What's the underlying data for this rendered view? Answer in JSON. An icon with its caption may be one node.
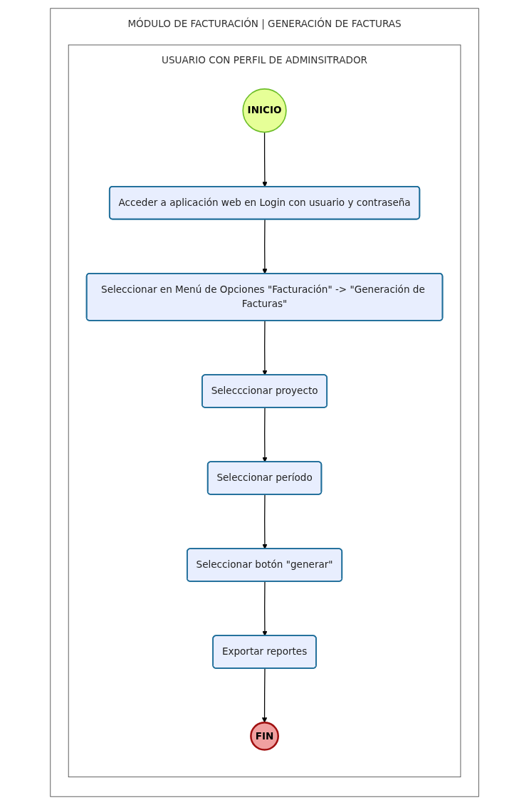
{
  "diagram": {
    "nodes": [
      {
        "text": [
          "MÓDULO DE FACTURACIÓN | GENERACIÓN DE FACTURAS"
        ]
      },
      {
        "text": [
          "USUARIO CON PERFIL DE ADMINSITRADOR"
        ],
        "in": 0
      },
      {
        "text": [
          "INICIO"
        ],
        "in": 1
      },
      {
        "text": [
          "Acceder a aplicación web en Login con usuario y contraseña"
        ],
        "in": 1
      },
      {
        "text": [
          "Seleccionar en Menú de Opciones \"Facturación\" -> \"Generación de Facturas\""
        ],
        "in": 1
      },
      {
        "text": [
          "Selecccionar proyecto"
        ],
        "in": 1
      },
      {
        "text": [
          "Seleccionar período"
        ],
        "in": 1
      },
      {
        "text": [
          "Seleccionar botón \"generar\""
        ],
        "in": 1
      },
      {
        "text": [
          "Exportar reportes"
        ],
        "in": 1
      },
      {
        "text": [
          "FIN"
        ],
        "in": 1
      }
    ],
    "edges": [
      {
        "from": 2,
        "to": 3,
        "arrow": "to"
      },
      {
        "from": 3,
        "to": 4,
        "arrow": "to"
      },
      {
        "from": 4,
        "to": 5,
        "arrow": "to"
      },
      {
        "from": 5,
        "to": 6,
        "arrow": "to"
      },
      {
        "from": 6,
        "to": 7,
        "arrow": "to"
      },
      {
        "from": 7,
        "to": 8,
        "arrow": "to"
      },
      {
        "from": 8,
        "to": 9,
        "arrow": "to"
      }
    ]
  }
}
